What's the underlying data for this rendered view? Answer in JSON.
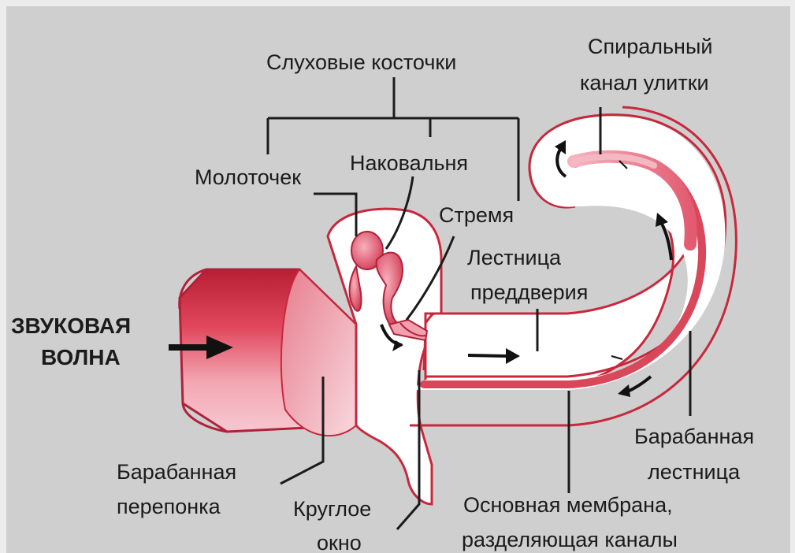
{
  "colors": {
    "background": "#cfcfcf",
    "tissue_fill": "#ffffff",
    "tissue_outline": "#c8283c",
    "membrane_red": "#d9485a",
    "ear_canal_red": "#d8344c",
    "label_text": "#1b1b1b",
    "leader_line": "#1b1b1b"
  },
  "labels": {
    "ossicles": "Слуховые косточки",
    "spiral_1": "Спиральный",
    "spiral_2": "канал улитки",
    "hammer": "Молоточек",
    "anvil": "Наковальня",
    "stirrup": "Стремя",
    "vestibuli_1": "Лестница",
    "vestibuli_2": "преддверия",
    "sound_1": "ЗВУКОВАЯ",
    "sound_2": "ВОЛНА",
    "tympani_1": "Барабанная",
    "tympani_2": "лестница",
    "eardrum_1": "Барабанная",
    "eardrum_2": "перепонка",
    "round_1": "Круглое",
    "round_2": "окно",
    "basilar_1": "Основная мембрана,",
    "basilar_2": "разделяющая каналы"
  },
  "icons": {
    "sound_arrow": "arrow-right-icon",
    "flow_arrows": "flow-arrow-icon"
  }
}
